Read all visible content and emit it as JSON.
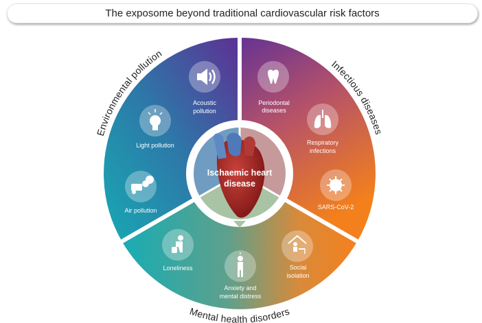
{
  "title": "The exposome beyond traditional cardiovascular risk factors",
  "center": {
    "line1": "Ischaemic heart",
    "line2": "disease"
  },
  "categories": {
    "environmental": "Environmental pollution",
    "infectious": "Infectious diseases",
    "mental": "Mental health disorders"
  },
  "items": {
    "acoustic": [
      "Acoustic",
      "pollution"
    ],
    "light": [
      "Light pollution"
    ],
    "air": [
      "Air pollution"
    ],
    "periodontal": [
      "Periodontal",
      "diseases"
    ],
    "respiratory": [
      "Respiratory",
      "infections"
    ],
    "sars": [
      "SARS-CoV-2"
    ],
    "loneliness": [
      "Loneliness"
    ],
    "anxiety": [
      "Anxiety and",
      "mental distress"
    ],
    "social": [
      "Social",
      "isolation"
    ]
  },
  "colors": {
    "teal": "#1ba7b3",
    "purple": "#5e3596",
    "orange": "#f07d1e"
  }
}
